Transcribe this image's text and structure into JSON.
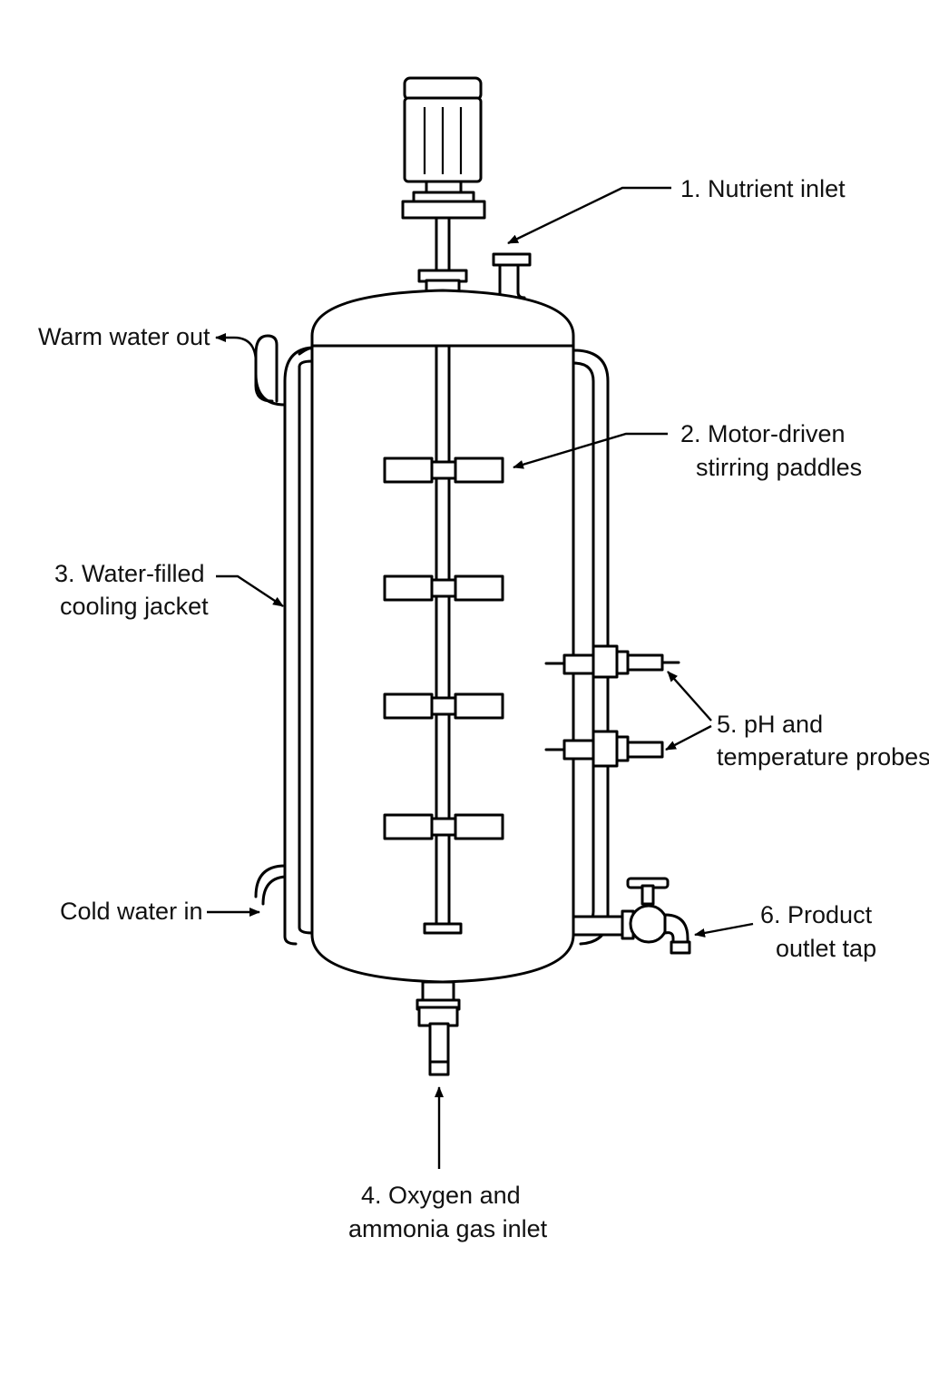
{
  "labels": {
    "nutrient_inlet": "1. Nutrient inlet",
    "paddles_1": "2. Motor-driven",
    "paddles_2": "stirring paddles",
    "jacket_1": "3. Water-filled",
    "jacket_2": "cooling jacket",
    "gas_1": "4. Oxygen and",
    "gas_2": "ammonia gas inlet",
    "probes_1": "5. pH and",
    "probes_2": "temperature probes",
    "tap_1": "6. Product",
    "tap_2": "outlet tap",
    "warm_out": "Warm water out",
    "cold_in": "Cold water in"
  },
  "colors": {
    "line": "#000000",
    "background": "#ffffff",
    "text": "#111111"
  }
}
